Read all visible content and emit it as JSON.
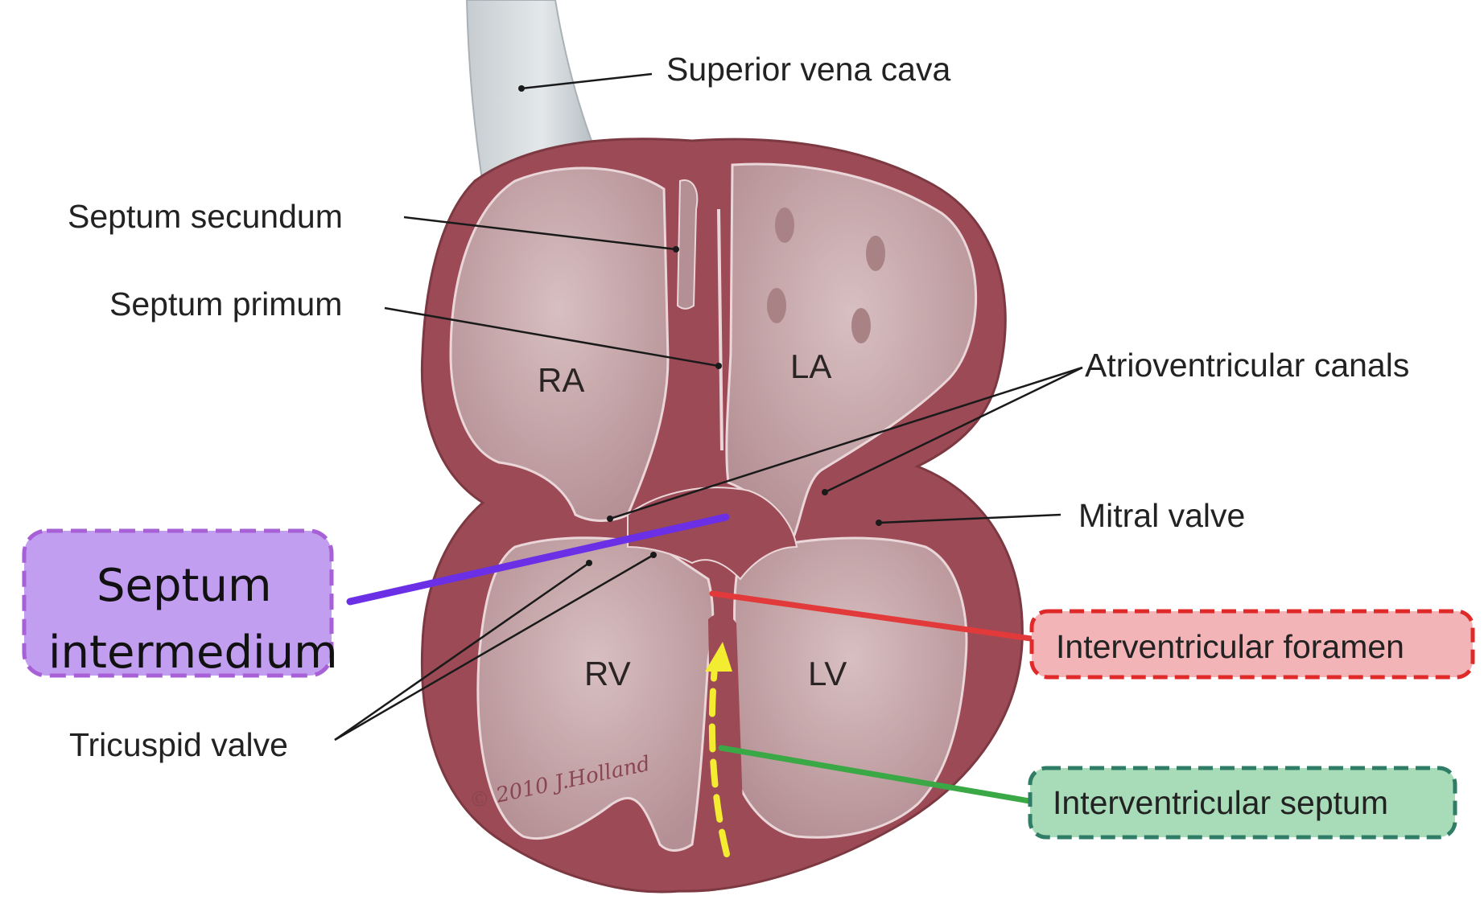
{
  "labels": {
    "superior_vena_cava": "Superior vena cava",
    "septum_secundum": "Septum secundum",
    "septum_primum": "Septum primum",
    "atrioventricular_canals": "Atrioventricular canals",
    "mitral_valve": "Mitral valve",
    "tricuspid_valve": "Tricuspid valve"
  },
  "chambers": {
    "ra": "RA",
    "la": "LA",
    "rv": "RV",
    "lv": "LV"
  },
  "callouts": {
    "septum_intermedium_line1": "Septum",
    "septum_intermedium_line2": "intermedium",
    "interventricular_foramen": "Interventricular foramen",
    "interventricular_septum": "Interventricular septum"
  },
  "signature": "© 2010 J.Holland",
  "colors": {
    "heart_wall": "#9c4a56",
    "chamber_fill": "#c7a8aa",
    "vessel": "#d5dadd",
    "purple_box": "#c29ef0",
    "purple_border": "#a760d6",
    "purple_line": "#6b2fe6",
    "red_box": "#f3b4b8",
    "red_border": "#e02a2a",
    "red_line": "#e23a3a",
    "green_box": "#a8dcb8",
    "green_border": "#2f7d66",
    "green_line": "#3aa845",
    "yellow_arrow": "#f4ec30"
  }
}
